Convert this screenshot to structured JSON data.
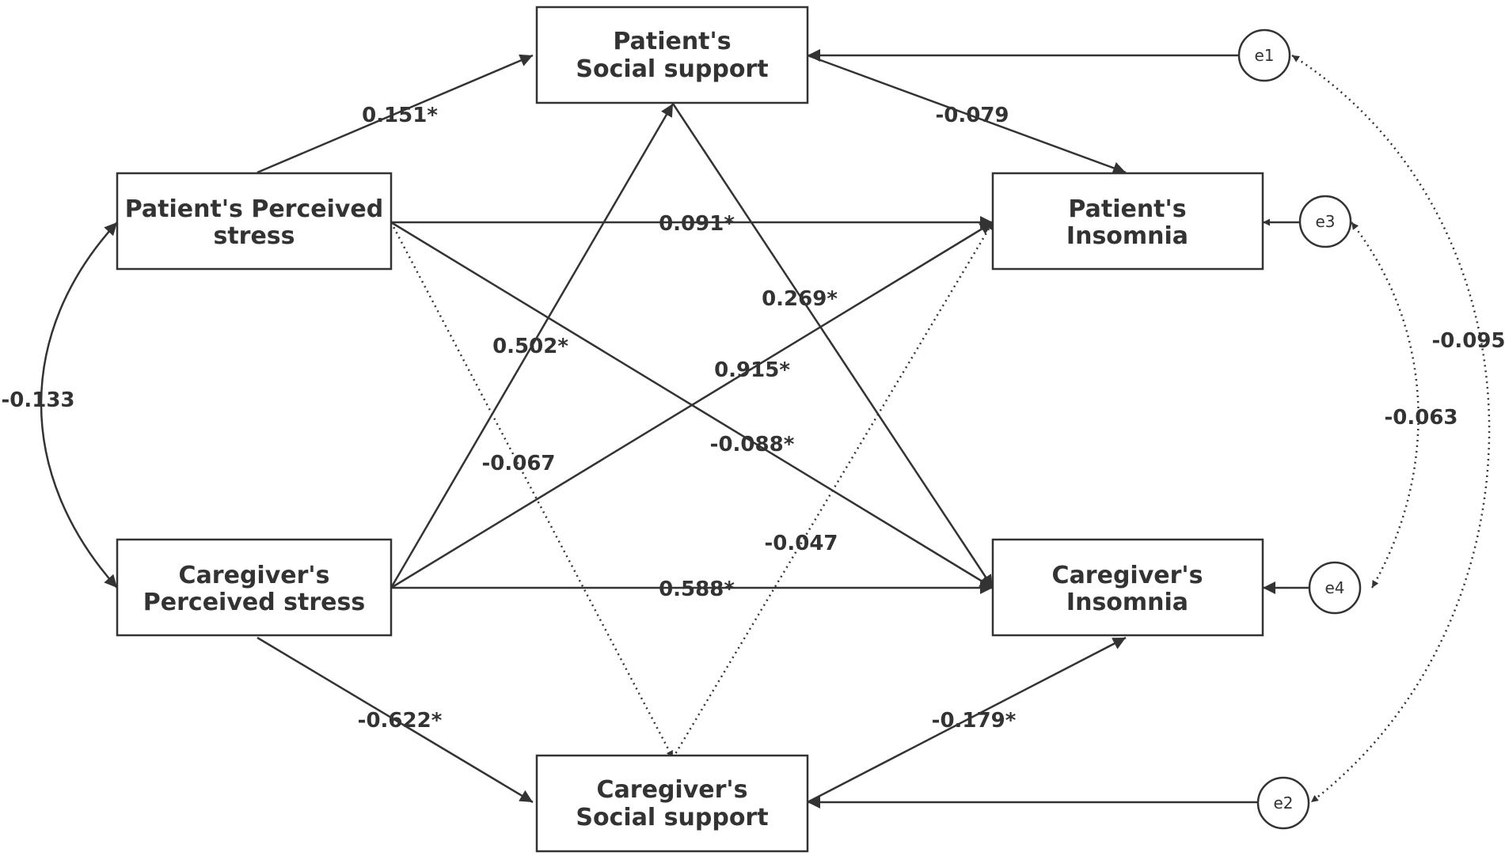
{
  "boxes": {
    "patient_social_support": {
      "line1": "Patient's",
      "line2": "Social support"
    },
    "patient_perceived_stress": {
      "line1": "Patient's Perceived",
      "line2": "stress"
    },
    "caregiver_perceived_stress": {
      "line1": "Caregiver's",
      "line2": "Perceived stress"
    },
    "caregiver_social_support": {
      "line1": "Caregiver's",
      "line2": "Social support"
    },
    "patient_insomnia": {
      "line1": "Patient's",
      "line2": "Insomnia"
    },
    "caregiver_insomnia": {
      "line1": "Caregiver's",
      "line2": "Insomnia"
    }
  },
  "errors": {
    "e1": "e1",
    "e2": "e2",
    "e3": "e3",
    "e4": "e4"
  },
  "coefficients": {
    "pps_to_pss": "0.151*",
    "pss_to_pi": "-0.079",
    "pps_to_pi": "0.091*",
    "pss_to_ci": "0.269*",
    "cps_to_pss": "0.502*",
    "cps_to_pi": "0.915*",
    "pps_to_ci": "-0.088*",
    "pps_to_css": "-0.067",
    "css_to_pi": "-0.047",
    "cps_to_ci": "0.588*",
    "cps_to_css": "-0.622*",
    "css_to_ci": "-0.179*",
    "pps_cps_cov": "-0.133",
    "e3_e4_cov": "-0.063",
    "e1_e2_cov": "-0.095"
  }
}
